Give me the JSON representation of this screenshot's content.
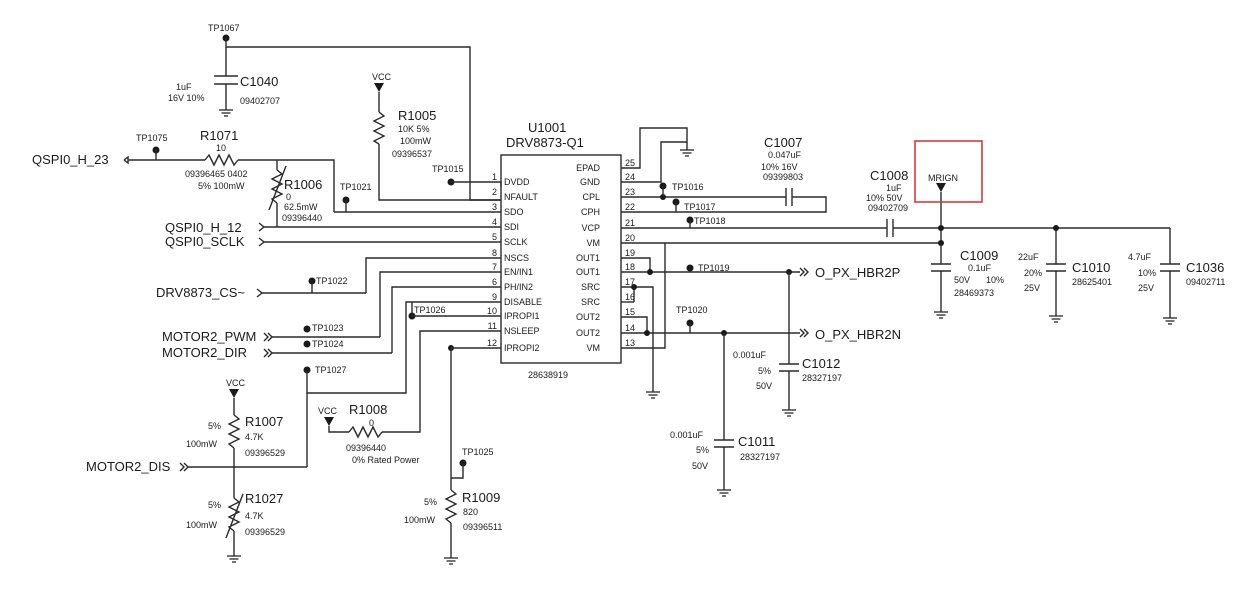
{
  "ic": {
    "ref": "U1001",
    "part": "DRV8873-Q1",
    "number": "28638919",
    "left_pins": [
      {
        "num": "1",
        "name": "DVDD"
      },
      {
        "num": "2",
        "name": "NFAULT"
      },
      {
        "num": "3",
        "name": "SDO"
      },
      {
        "num": "4",
        "name": "SDI"
      },
      {
        "num": "5",
        "name": "SCLK"
      },
      {
        "num": "8",
        "name": "NSCS"
      },
      {
        "num": "7",
        "name": "EN/IN1"
      },
      {
        "num": "6",
        "name": "PH/IN2"
      },
      {
        "num": "9",
        "name": "DISABLE"
      },
      {
        "num": "10",
        "name": "IPROPI1"
      },
      {
        "num": "11",
        "name": "NSLEEP"
      },
      {
        "num": "12",
        "name": "IPROPI2"
      }
    ],
    "right_pins": [
      {
        "num": "25",
        "name": "EPAD"
      },
      {
        "num": "24",
        "name": "GND"
      },
      {
        "num": "23",
        "name": "CPL"
      },
      {
        "num": "22",
        "name": "CPH"
      },
      {
        "num": "21",
        "name": "VCP"
      },
      {
        "num": "20",
        "name": "VM"
      },
      {
        "num": "19",
        "name": "OUT1"
      },
      {
        "num": "18",
        "name": "OUT1"
      },
      {
        "num": "17",
        "name": "SRC"
      },
      {
        "num": "16",
        "name": "SRC"
      },
      {
        "num": "15",
        "name": "OUT2"
      },
      {
        "num": "14",
        "name": "OUT2"
      },
      {
        "num": "13",
        "name": "VM"
      }
    ]
  },
  "nets": {
    "qspi_h23": "QSPI0_H_23",
    "qspi_h12": "QSPI0_H_12",
    "qspi_sclk": "QSPI0_SCLK",
    "drv_cs": "DRV8873_CS~",
    "motor_pwm": "MOTOR2_PWM",
    "motor_dir": "MOTOR2_DIR",
    "motor_dis": "MOTOR2_DIS",
    "hbr2p": "O_PX_HBR2P",
    "hbr2n": "O_PX_HBR2N",
    "vcc": "VCC",
    "mrign": "MRIGN"
  },
  "testpoints": {
    "tp1067": "TP1067",
    "tp1075": "TP1075",
    "tp1021": "TP1021",
    "tp1015": "TP1015",
    "tp1016": "TP1016",
    "tp1017": "TP1017",
    "tp1018": "TP1018",
    "tp1019": "TP1019",
    "tp1020": "TP1020",
    "tp1022": "TP1022",
    "tp1023": "TP1023",
    "tp1024": "TP1024",
    "tp1026": "TP1026",
    "tp1027": "TP1027",
    "tp1025": "TP1025"
  },
  "parts": {
    "c1040": {
      "ref": "C1040",
      "value": "1uF",
      "rating": "16V  10%",
      "pn": "09402707"
    },
    "r1005": {
      "ref": "R1005",
      "value": "10K 5%",
      "power": "100mW",
      "pn": "09396537"
    },
    "r1071": {
      "ref": "R1071",
      "value": "10",
      "pn": "09396465 0402",
      "spec": "5%   100mW"
    },
    "r1006": {
      "ref": "R1006",
      "value": "0",
      "power": "62.5mW",
      "pn": "09396440"
    },
    "c1007": {
      "ref": "C1007",
      "value": "0.047uF",
      "rating": "10%   16V",
      "pn": "09399803"
    },
    "c1008": {
      "ref": "C1008",
      "value": "1uF",
      "rating": "10%   50V",
      "pn": "09402709"
    },
    "c1009": {
      "ref": "C1009",
      "value": "0.1uF",
      "v": "50V",
      "tol": "10%",
      "pn": "28469373"
    },
    "c1010": {
      "ref": "C1010",
      "value": "22uF",
      "tol": "20%",
      "v": "25V",
      "pn": "28625401"
    },
    "c1036": {
      "ref": "C1036",
      "value": "4.7uF",
      "tol": "10%",
      "v": "25V",
      "pn": "09402711"
    },
    "c1012": {
      "ref": "C1012",
      "value": "0.001uF",
      "tol": "5%",
      "v": "50V",
      "pn": "28327197"
    },
    "c1011": {
      "ref": "C1011",
      "value": "0.001uF",
      "tol": "5%",
      "v": "50V",
      "pn": "28327197"
    },
    "r1008": {
      "ref": "R1008",
      "value": "0",
      "pn": "09396440",
      "spec": "0%   Rated Power"
    },
    "r1007": {
      "ref": "R1007",
      "tol": "5%",
      "power": "100mW",
      "value": "4.7K",
      "pn": "09396529"
    },
    "r1027": {
      "ref": "R1027",
      "tol": "5%",
      "power": "100mW",
      "value": "4.7K",
      "pn": "09396529"
    },
    "r1009": {
      "ref": "R1009",
      "tol": "5%",
      "power": "100mW",
      "value": "820",
      "pn": "09396511"
    }
  },
  "colors": {
    "wire": "#2a2a2a",
    "highlight": "#d93a3a"
  }
}
